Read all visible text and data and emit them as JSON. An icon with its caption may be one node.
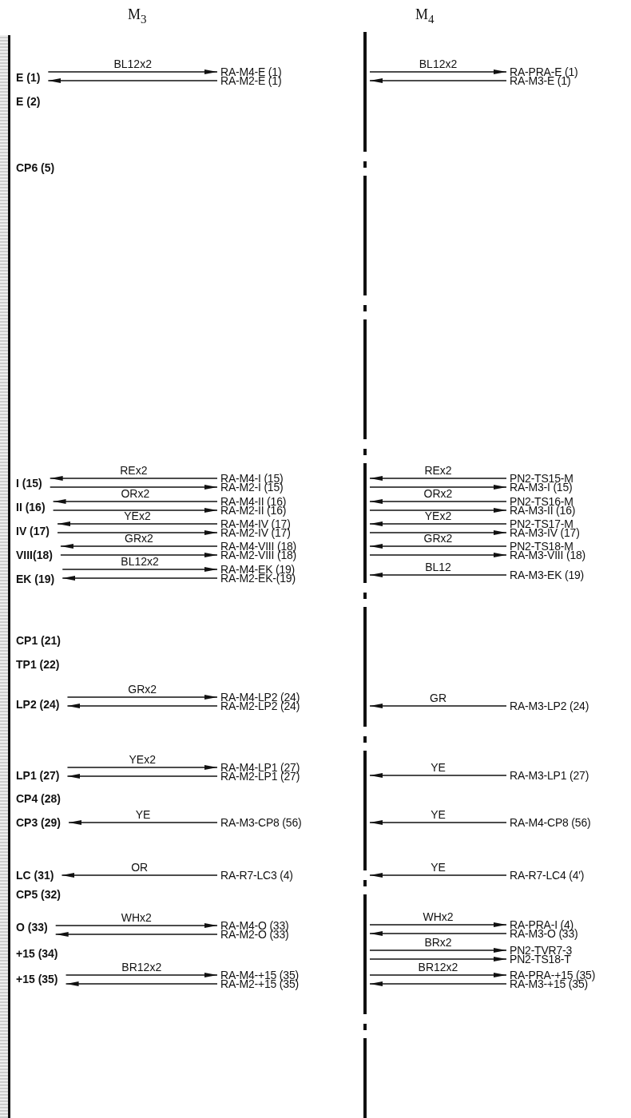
{
  "diagram": {
    "nodes": [
      {
        "text": [
          "E (1)"
        ]
      },
      {
        "text": [
          "E (2)"
        ]
      },
      {
        "text": [
          "CP6 (5)"
        ]
      },
      {
        "text": [
          "I (15)"
        ]
      },
      {
        "text": [
          "II (16)"
        ]
      },
      {
        "text": [
          "IV (17)"
        ]
      },
      {
        "text": [
          "VIII(18)"
        ]
      },
      {
        "text": [
          "EK (19)"
        ]
      },
      {
        "text": [
          "CP1 (21)"
        ]
      },
      {
        "text": [
          "TP1 (22)"
        ]
      },
      {
        "text": [
          "LP2 (24)"
        ]
      },
      {
        "text": [
          "LP1 (27)"
        ]
      },
      {
        "text": [
          "CP4 (28)"
        ]
      },
      {
        "text": [
          "CP3 (29)"
        ]
      },
      {
        "text": [
          "LC (31)"
        ]
      },
      {
        "text": [
          "CP5 (32)"
        ]
      },
      {
        "text": [
          "O (33)"
        ]
      },
      {
        "text": [
          "+15 (34)"
        ]
      },
      {
        "text": [
          "+15 (35)"
        ]
      },
      {
        "text": [],
        "shape": "bar"
      },
      {
        "text": [
          "RA-M4-E (1)"
        ]
      },
      {
        "text": [
          "RA-M2-E (1)"
        ]
      },
      {
        "text": [
          "RA-M4-I (15)"
        ]
      },
      {
        "text": [
          "RA-M2-I (15)"
        ]
      },
      {
        "text": [
          "RA-M4-II (16)"
        ]
      },
      {
        "text": [
          "RA-M2-II (16)"
        ]
      },
      {
        "text": [
          "RA-M4-IV (17)"
        ]
      },
      {
        "text": [
          "RA-M2-IV (17)"
        ]
      },
      {
        "text": [
          "RA-M4-VIII (18)"
        ]
      },
      {
        "text": [
          "RA-M2-VIII (18)"
        ]
      },
      {
        "text": [
          "RA-M4-EK (19)"
        ]
      },
      {
        "text": [
          "RA-M2-EK-(19)"
        ]
      },
      {
        "text": [
          "RA-M4-LP2 (24)"
        ]
      },
      {
        "text": [
          "RA-M2-LP2 (24)"
        ]
      },
      {
        "text": [
          "RA-M4-LP1 (27)"
        ]
      },
      {
        "text": [
          "RA-M2-LP1 (27)"
        ]
      },
      {
        "text": [
          "RA-M3-CP8 (56)"
        ]
      },
      {
        "text": [
          "RA-R7-LC3 (4)"
        ]
      },
      {
        "text": [
          "RA-M4-O (33)"
        ]
      },
      {
        "text": [
          "RA-M2-O (33)"
        ]
      },
      {
        "text": [
          "RA-M4-+15 (35)"
        ]
      },
      {
        "text": [
          "RA-M2-+15 (35)"
        ]
      },
      {
        "text": [
          "RA-PRA-E (1)"
        ]
      },
      {
        "text": [
          "RA-M3-E (1)"
        ]
      },
      {
        "text": [
          "PN2-TS15-M"
        ]
      },
      {
        "text": [
          "RA-M3-I (15)"
        ]
      },
      {
        "text": [
          "PN2-TS16-M"
        ]
      },
      {
        "text": [
          "RA-M3-II (16)"
        ]
      },
      {
        "text": [
          "PN2-TS17-M"
        ]
      },
      {
        "text": [
          "RA-M3-IV (17)"
        ]
      },
      {
        "text": [
          "PN2-TS18-M"
        ]
      },
      {
        "text": [
          "RA-M3-VIII (18)"
        ]
      },
      {
        "text": [
          "RA-M3-EK (19)"
        ]
      },
      {
        "text": [
          "RA-M3-LP2 (24)"
        ]
      },
      {
        "text": [
          "RA-M3-LP1 (27)"
        ]
      },
      {
        "text": [
          "RA-M4-CP8 (56)"
        ]
      },
      {
        "text": [
          "RA-R7-LC4 (4′)"
        ]
      },
      {
        "text": [
          "RA-PRA-I (4)"
        ]
      },
      {
        "text": [
          "RA-M3-O (33)"
        ]
      },
      {
        "text": [
          "PN2-TVR7-3"
        ]
      },
      {
        "text": [
          "PN2-TS18-T"
        ]
      },
      {
        "text": [
          "RA-PRA-+15 (35)"
        ]
      },
      {
        "text": [
          "RA-M3-+15 (35)"
        ]
      }
    ],
    "edges": [
      {
        "from": 0,
        "to": 20,
        "arrow": "to",
        "label": "BL12x2"
      },
      {
        "from": 21,
        "to": 0,
        "arrow": "to"
      },
      {
        "from": 22,
        "to": 3,
        "arrow": "to",
        "label": "REx2"
      },
      {
        "from": 3,
        "to": 23,
        "arrow": "to"
      },
      {
        "from": 24,
        "to": 4,
        "arrow": "to",
        "label": "ORx2"
      },
      {
        "from": 4,
        "to": 25,
        "arrow": "to"
      },
      {
        "from": 26,
        "to": 5,
        "arrow": "to",
        "label": "YEx2"
      },
      {
        "from": 5,
        "to": 27,
        "arrow": "to"
      },
      {
        "from": 28,
        "to": 6,
        "arrow": "to",
        "label": "GRx2"
      },
      {
        "from": 6,
        "to": 29,
        "arrow": "to"
      },
      {
        "from": 7,
        "to": 30,
        "arrow": "to",
        "label": "BL12x2"
      },
      {
        "from": 31,
        "to": 7,
        "arrow": "to"
      },
      {
        "from": 10,
        "to": 32,
        "arrow": "to",
        "label": "GRx2"
      },
      {
        "from": 33,
        "to": 10,
        "arrow": "to"
      },
      {
        "from": 11,
        "to": 34,
        "arrow": "to",
        "label": "YEx2"
      },
      {
        "from": 35,
        "to": 11,
        "arrow": "to"
      },
      {
        "from": 36,
        "to": 13,
        "arrow": "to",
        "label": "YE"
      },
      {
        "from": 37,
        "to": 14,
        "arrow": "to",
        "label": "OR"
      },
      {
        "from": 16,
        "to": 38,
        "arrow": "to",
        "label": "WHx2"
      },
      {
        "from": 39,
        "to": 16,
        "arrow": "to"
      },
      {
        "from": 18,
        "to": 40,
        "arrow": "to",
        "label": "BR12x2"
      },
      {
        "from": 41,
        "to": 18,
        "arrow": "to"
      },
      {
        "from": 19,
        "to": 42,
        "arrow": "to",
        "label": "BL12x2"
      },
      {
        "from": 43,
        "to": 19,
        "arrow": "to"
      },
      {
        "from": 44,
        "to": 19,
        "arrow": "to",
        "label": "REx2"
      },
      {
        "from": 19,
        "to": 45,
        "arrow": "to"
      },
      {
        "from": 46,
        "to": 19,
        "arrow": "to",
        "label": "ORx2"
      },
      {
        "from": 19,
        "to": 47,
        "arrow": "to"
      },
      {
        "from": 48,
        "to": 19,
        "arrow": "to",
        "label": "YEx2"
      },
      {
        "from": 19,
        "to": 49,
        "arrow": "to"
      },
      {
        "from": 50,
        "to": 19,
        "arrow": "to",
        "label": "GRx2"
      },
      {
        "from": 19,
        "to": 51,
        "arrow": "to"
      },
      {
        "from": 52,
        "to": 19,
        "arrow": "to",
        "label": "BL12"
      },
      {
        "from": 53,
        "to": 19,
        "arrow": "to",
        "label": "GR"
      },
      {
        "from": 54,
        "to": 19,
        "arrow": "to",
        "label": "YE"
      },
      {
        "from": 55,
        "to": 19,
        "arrow": "to",
        "label": "YE"
      },
      {
        "from": 56,
        "to": 19,
        "arrow": "to",
        "label": "YE"
      },
      {
        "from": 19,
        "to": 57,
        "arrow": "to",
        "label": "WHx2"
      },
      {
        "from": 58,
        "to": 19,
        "arrow": "to"
      },
      {
        "from": 19,
        "to": 59,
        "arrow": "to",
        "label": "BRx2"
      },
      {
        "from": 19,
        "to": 60,
        "arrow": "to"
      },
      {
        "from": 19,
        "to": 61,
        "arrow": "to",
        "label": "BR12x2"
      },
      {
        "from": 62,
        "to": 19,
        "arrow": "to"
      }
    ],
    "labels": [
      "M$_{3}$",
      "M$_{4}$"
    ]
  }
}
